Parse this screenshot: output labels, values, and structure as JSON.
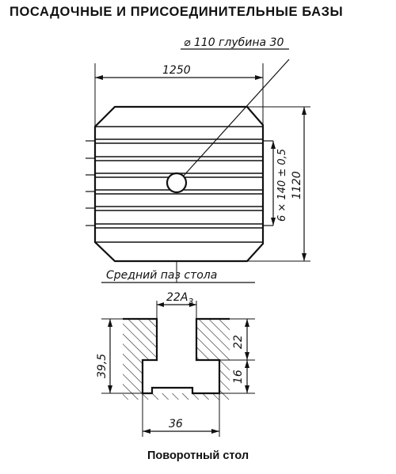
{
  "header": {
    "title": "ПОСАДОЧНЫЕ И ПРИСОЕДИНИТЕЛЬНЫЕ БАЗЫ"
  },
  "table_view": {
    "hole_callout": "⌀ 110 глубина 30",
    "width_dim": "1250",
    "depth_dim": "1120",
    "slot_spacing": "6 × 140 ± 0,5",
    "center_slot_label": "Средний паз стола"
  },
  "slot_section": {
    "slot_width": "22А",
    "slot_width_sub": "3",
    "total_depth": "39,5",
    "neck_depth": "22",
    "head_depth": "16",
    "head_width": "36"
  },
  "caption": "Поворотный стол"
}
